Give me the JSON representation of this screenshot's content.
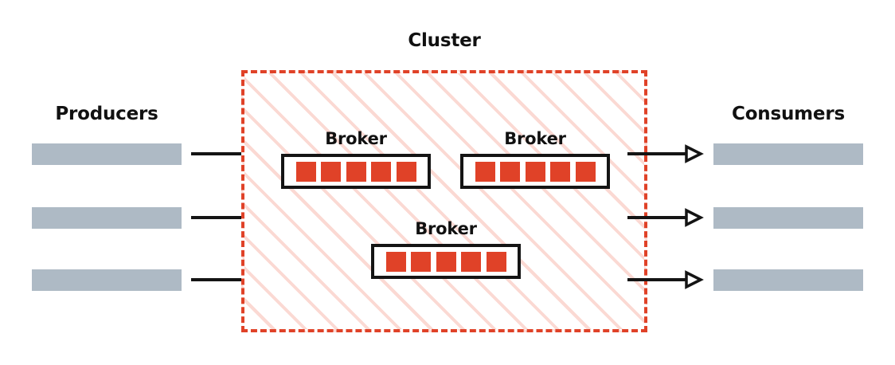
{
  "diagram": {
    "title_cluster": "Cluster",
    "background_color": "#FFFFFF",
    "accent_red": "#E04228",
    "hatch_color": "#FBD9D3",
    "bar_color": "#AEBAC5",
    "outline_color": "#141414"
  },
  "producers": {
    "label": "Producers",
    "bars": [
      {
        "id": "producer-1"
      },
      {
        "id": "producer-2"
      },
      {
        "id": "producer-3"
      }
    ]
  },
  "consumers": {
    "label": "Consumers",
    "bars": [
      {
        "id": "consumer-1"
      },
      {
        "id": "consumer-2"
      },
      {
        "id": "consumer-3"
      }
    ]
  },
  "cluster": {
    "label": "Cluster",
    "border_style": "dashed",
    "border_color": "#E04228",
    "brokers": [
      {
        "label": "Broker",
        "partitions": 5
      },
      {
        "label": "Broker",
        "partitions": 5
      },
      {
        "label": "Broker",
        "partitions": 5
      }
    ]
  },
  "arrows": {
    "inbound_count": 3,
    "outbound_count": 3,
    "head_style": "open-triangle",
    "color": "#141414"
  }
}
